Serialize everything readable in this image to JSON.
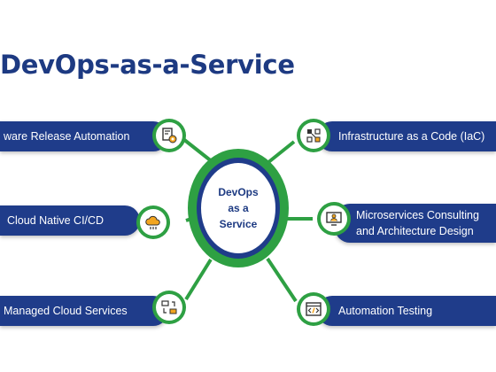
{
  "title": "DevOps-as-a-Service",
  "center": {
    "line1": "DevOps",
    "line2": "as a",
    "line3": "Service"
  },
  "services": {
    "release": "ware Release Automation",
    "cicd": "Cloud Native CI/CD",
    "managed": "Managed Cloud Services",
    "iac": "Infrastructure as a Code (IaC)",
    "micro_line1": "Microservices Consulting",
    "micro_line2": "and Architecture Design",
    "testing": "Automation Testing"
  },
  "icons": {
    "release": "gear-document-icon",
    "cicd": "cloud-icon",
    "managed": "cloud-transfer-icon",
    "iac": "cube-network-icon",
    "micro": "monitor-user-icon",
    "testing": "code-browser-icon"
  },
  "colors": {
    "navy": "#1f3c8a",
    "green": "#2ea043",
    "title": "#1d3a82"
  }
}
